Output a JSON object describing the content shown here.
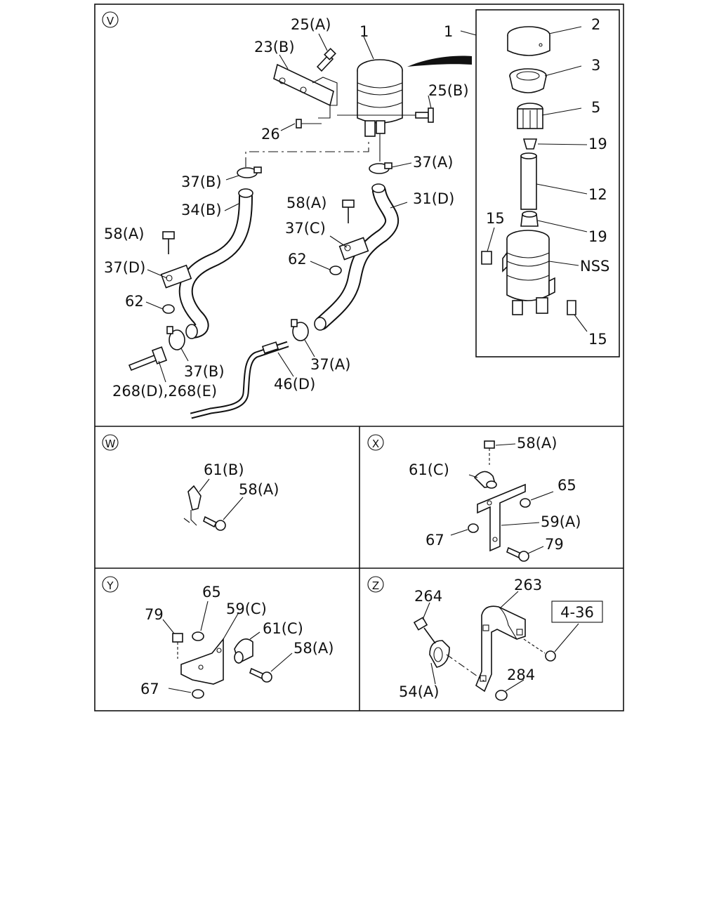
{
  "panels": {
    "v": {
      "letter": "V"
    },
    "w": {
      "letter": "W"
    },
    "x": {
      "letter": "X"
    },
    "y": {
      "letter": "Y"
    },
    "z": {
      "letter": "Z"
    }
  },
  "labels": {
    "v": {
      "p25a": "25(A)",
      "p23b": "23(B)",
      "p1a": "1",
      "p1b": "1",
      "p25b": "25(B)",
      "p26": "26",
      "p37b_top": "37(B)",
      "p37a_top": "37(A)",
      "p34b": "34(B)",
      "p58a_mid": "58(A)",
      "p31d": "31(D)",
      "p58a_left": "58(A)",
      "p37c": "37(C)",
      "p37d": "37(D)",
      "p62_mid": "62",
      "p62_left": "62",
      "p37b_bot": "37(B)",
      "p268": "268(D),268(E)",
      "p37a_bot": "37(A)",
      "p46d": "46(D)",
      "p2": "2",
      "p3": "3",
      "p5": "5",
      "p19a": "19",
      "p12": "12",
      "p19b": "19",
      "p15a": "15",
      "nss": "NSS",
      "p15b": "15"
    },
    "w": {
      "p61b": "61(B)",
      "p58a": "58(A)"
    },
    "x": {
      "p58a": "58(A)",
      "p61c": "61(C)",
      "p65": "65",
      "p59a": "59(A)",
      "p67": "67",
      "p79": "79"
    },
    "y": {
      "p65": "65",
      "p59c": "59(C)",
      "p79": "79",
      "p61c": "61(C)",
      "p58a": "58(A)",
      "p67": "67"
    },
    "z": {
      "p264": "264",
      "p263": "263",
      "ref": "4-36",
      "p284": "284",
      "p54a": "54(A)"
    }
  }
}
